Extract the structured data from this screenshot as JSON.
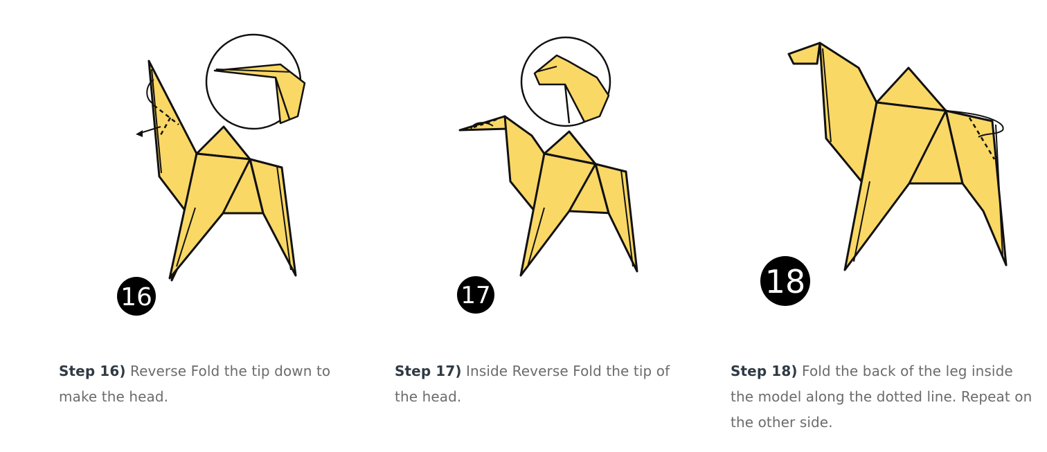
{
  "steps": [
    {
      "number": "16",
      "label": "Step 16)",
      "text": " Reverse Fold the tip down to make the head."
    },
    {
      "number": "17",
      "label": "Step 17)",
      "text": " Inside Reverse Fold the tip of the head."
    },
    {
      "number": "18",
      "label": "Step 18)",
      "text": " Fold the back of the leg inside the model along the dotted line. Repeat on the other side."
    }
  ],
  "colors": {
    "paper": "#fad866",
    "outline": "#111111",
    "badge": "#000000",
    "caption_text": "#6b6b6b",
    "caption_label": "#2f3a44"
  }
}
